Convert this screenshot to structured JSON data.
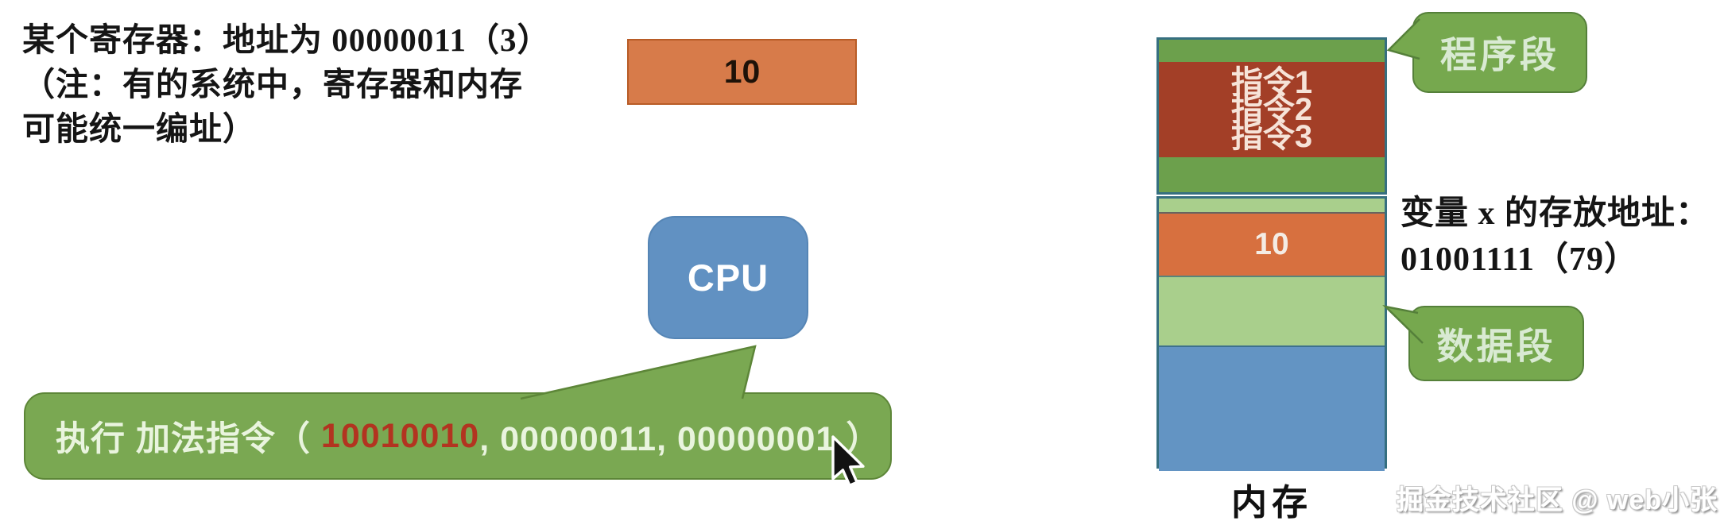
{
  "page": {
    "background": "#ffffff"
  },
  "left_note": {
    "line1": "某个寄存器：地址为 00000011（3）",
    "line2": "（注：有的系统中，寄存器和内存",
    "line3": "可能统一编址）"
  },
  "register_box": {
    "value": "10",
    "fill": "#d77b4a",
    "border": "#b85c27"
  },
  "cpu_box": {
    "label": "CPU",
    "fill": "#6191c2"
  },
  "instruction_bubble": {
    "prefix": "执行 加法指令（ ",
    "opcode": "10010010",
    "operands": ", 00000011, 00000001 ）",
    "fill": "#7aa852",
    "opcode_color": "#b23420",
    "text_color": "#e9f4de"
  },
  "memory": {
    "label": "内存",
    "program_segment": {
      "instructions": [
        "指令1",
        "指令2",
        "指令3"
      ],
      "instruction_bg": "#a33f27",
      "green_bg": "#6ca04c"
    },
    "data_segment": {
      "value": "10",
      "value_bg": "#d7703f",
      "light_green_bg": "#a9cf8c",
      "blue_bg": "#6394c3"
    },
    "outline_color": "#366f80"
  },
  "callouts": {
    "program_label": "程序段",
    "data_label": "数据段",
    "fill": "#76a84e",
    "text_color": "#d9ead3"
  },
  "address_note": {
    "line1": "变量 x 的存放地址：",
    "line2": "01001111（79）"
  },
  "watermark": "掘金技术社区 @ web小张"
}
